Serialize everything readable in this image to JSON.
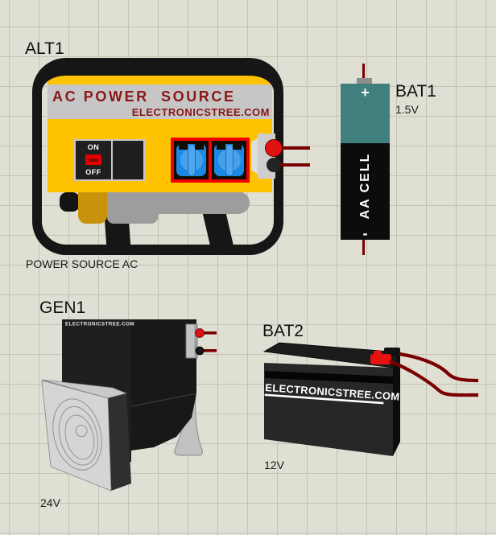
{
  "workspace": {
    "background": "#DFDFD3",
    "grid_line": "#C2C2B5",
    "wire_color": "#7A0000"
  },
  "alt1": {
    "ref": "ALT1",
    "caption": "POWER SOURCE AC",
    "title": "AC POWER  SOURCE",
    "brand": "ELECTRONICSTREE.COM",
    "switch_on": "ON",
    "switch_off": "OFF",
    "colors": {
      "body": "#FFC200",
      "band": "#C6C6C6",
      "title_text": "#8B1717",
      "socket_panel": "#F20000",
      "socket_blue": "#1B89E4",
      "frame": "#161616"
    }
  },
  "bat1": {
    "ref": "BAT1",
    "value": "1.5V",
    "plus": "+",
    "minus": "-",
    "cell_label": "AA CELL",
    "colors": {
      "top": "#3F7F7E",
      "bottom": "#0C0C0C"
    }
  },
  "gen1": {
    "ref": "GEN1",
    "value": "24V",
    "brand": "ELECTRONICSTREE.COM"
  },
  "bat2": {
    "ref": "BAT2",
    "value": "12V",
    "brand": "ELECTRONICSTREE.COM"
  }
}
